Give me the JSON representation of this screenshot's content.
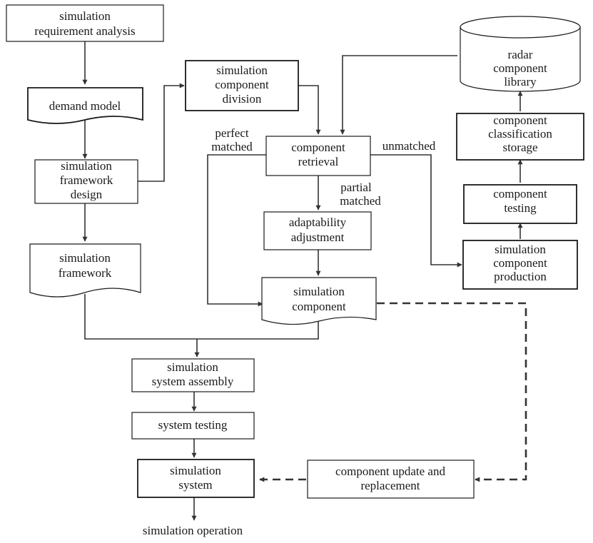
{
  "nodes": {
    "simulation_requirement_analysis": [
      "simulation",
      "requirement analysis"
    ],
    "demand_model": [
      "demand model"
    ],
    "simulation_framework_design": [
      "simulation",
      "framework",
      "design"
    ],
    "simulation_framework": [
      "simulation",
      "framework"
    ],
    "simulation_component_division": [
      "simulation",
      "component",
      "division"
    ],
    "component_retrieval": [
      "component",
      "retrieval"
    ],
    "adaptability_adjustment": [
      "adaptability",
      "adjustment"
    ],
    "simulation_component": [
      "simulation",
      "component"
    ],
    "radar_component_library": [
      "radar",
      "component",
      "library"
    ],
    "component_classification_storage": [
      "component",
      "classification",
      "storage"
    ],
    "component_testing": [
      "component",
      "testing"
    ],
    "simulation_component_production": [
      "simulation",
      "component",
      "production"
    ],
    "simulation_system_assembly": [
      "simulation",
      "system assembly"
    ],
    "system_testing": [
      "system testing"
    ],
    "simulation_system": [
      "simulation",
      "system"
    ],
    "component_update_and_replacement": [
      "component update and",
      "replacement"
    ],
    "simulation_operation": [
      "simulation operation"
    ]
  },
  "edge_labels": {
    "perfect_matched": [
      "perfect",
      "matched"
    ],
    "partial_matched": [
      "partial",
      "matched"
    ],
    "unmatched": [
      "unmatched"
    ]
  },
  "colors": {
    "stroke": "#1a1a1a",
    "line": "#333333",
    "fill": "#ffffff"
  }
}
